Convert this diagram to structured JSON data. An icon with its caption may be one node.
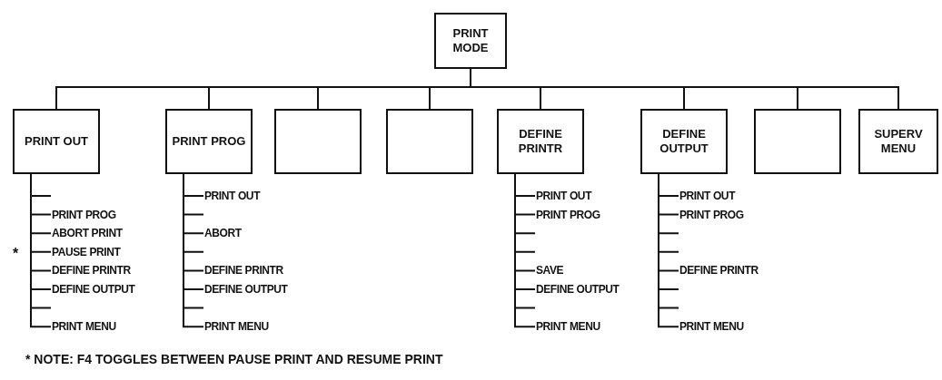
{
  "diagram": {
    "caption": "* NOTE: F4 TOGGLES BETWEEN PAUSE PRINT AND RESUME PRINT",
    "nodes": [
      {
        "text": [
          "PRINT MODE"
        ]
      },
      {
        "text": [
          "PRINT OUT"
        ]
      },
      {
        "text": [
          "PRINT PROG"
        ]
      },
      {
        "text": [],
        "shape": "box"
      },
      {
        "text": [],
        "shape": "box"
      },
      {
        "text": [
          "DEFINE PRINTR"
        ]
      },
      {
        "text": [
          "DEFINE OUTPUT"
        ]
      },
      {
        "text": [],
        "shape": "box"
      },
      {
        "text": [
          "SUPERV MENU"
        ]
      },
      {
        "text": [
          "PRINT PROG"
        ]
      },
      {
        "text": [
          "ABORT PRINT"
        ]
      },
      {
        "text": [
          "PAUSE PRINT"
        ],
        "beside": [
          "*"
        ]
      },
      {
        "text": [
          "DEFINE PRINTR"
        ]
      },
      {
        "text": [
          "DEFINE OUTPUT"
        ]
      },
      {
        "text": [
          "PRINT MENU"
        ]
      },
      {
        "text": [
          "PRINT OUT"
        ]
      },
      {
        "text": [
          "ABORT"
        ]
      },
      {
        "text": [
          "DEFINE PRINTR"
        ]
      },
      {
        "text": [
          "DEFINE OUTPUT"
        ]
      },
      {
        "text": [
          "PRINT MENU"
        ]
      },
      {
        "text": [
          "PRINT OUT"
        ]
      },
      {
        "text": [
          "PRINT PROG"
        ]
      },
      {
        "text": [
          "SAVE"
        ]
      },
      {
        "text": [
          "DEFINE OUTPUT"
        ]
      },
      {
        "text": [
          "PRINT MENU"
        ]
      },
      {
        "text": [
          "PRINT OUT"
        ]
      },
      {
        "text": [
          "PRINT PROG"
        ]
      },
      {
        "text": [
          "DEFINE PRINTR"
        ]
      },
      {
        "text": [
          "PRINT MENU"
        ]
      }
    ],
    "edges": [
      {
        "from": 0,
        "to": 1,
        "arrow": "none"
      },
      {
        "from": 0,
        "to": 2,
        "arrow": "none"
      },
      {
        "from": 0,
        "to": 3,
        "arrow": "none"
      },
      {
        "from": 0,
        "to": 4,
        "arrow": "none"
      },
      {
        "from": 0,
        "to": 5,
        "arrow": "none"
      },
      {
        "from": 0,
        "to": 6,
        "arrow": "none"
      },
      {
        "from": 0,
        "to": 7,
        "arrow": "none"
      },
      {
        "from": 0,
        "to": 8,
        "arrow": "none"
      },
      {
        "from": 1,
        "to": null,
        "arrow": "none"
      },
      {
        "from": 1,
        "to": 9,
        "arrow": "none"
      },
      {
        "from": 1,
        "to": 10,
        "arrow": "none"
      },
      {
        "from": 1,
        "to": 11,
        "arrow": "none"
      },
      {
        "from": 1,
        "to": 12,
        "arrow": "none"
      },
      {
        "from": 1,
        "to": 13,
        "arrow": "none"
      },
      {
        "from": 1,
        "to": null,
        "arrow": "none"
      },
      {
        "from": 1,
        "to": 14,
        "arrow": "none"
      },
      {
        "from": 2,
        "to": 15,
        "arrow": "none"
      },
      {
        "from": 2,
        "to": null,
        "arrow": "none"
      },
      {
        "from": 2,
        "to": 16,
        "arrow": "none"
      },
      {
        "from": 2,
        "to": null,
        "arrow": "none"
      },
      {
        "from": 2,
        "to": 17,
        "arrow": "none"
      },
      {
        "from": 2,
        "to": 18,
        "arrow": "none"
      },
      {
        "from": 2,
        "to": null,
        "arrow": "none"
      },
      {
        "from": 2,
        "to": 19,
        "arrow": "none"
      },
      {
        "from": 5,
        "to": 20,
        "arrow": "none"
      },
      {
        "from": 5,
        "to": 21,
        "arrow": "none"
      },
      {
        "from": 5,
        "to": null,
        "arrow": "none"
      },
      {
        "from": 5,
        "to": null,
        "arrow": "none"
      },
      {
        "from": 5,
        "to": 22,
        "arrow": "none"
      },
      {
        "from": 5,
        "to": 23,
        "arrow": "none"
      },
      {
        "from": 5,
        "to": null,
        "arrow": "none"
      },
      {
        "from": 5,
        "to": 24,
        "arrow": "none"
      },
      {
        "from": 6,
        "to": 25,
        "arrow": "none"
      },
      {
        "from": 6,
        "to": 26,
        "arrow": "none"
      },
      {
        "from": 6,
        "to": null,
        "arrow": "none"
      },
      {
        "from": 6,
        "to": null,
        "arrow": "none"
      },
      {
        "from": 6,
        "to": 27,
        "arrow": "none"
      },
      {
        "from": 6,
        "to": null,
        "arrow": "none"
      },
      {
        "from": 6,
        "to": null,
        "arrow": "none"
      },
      {
        "from": 6,
        "to": 28,
        "arrow": "none"
      }
    ]
  }
}
